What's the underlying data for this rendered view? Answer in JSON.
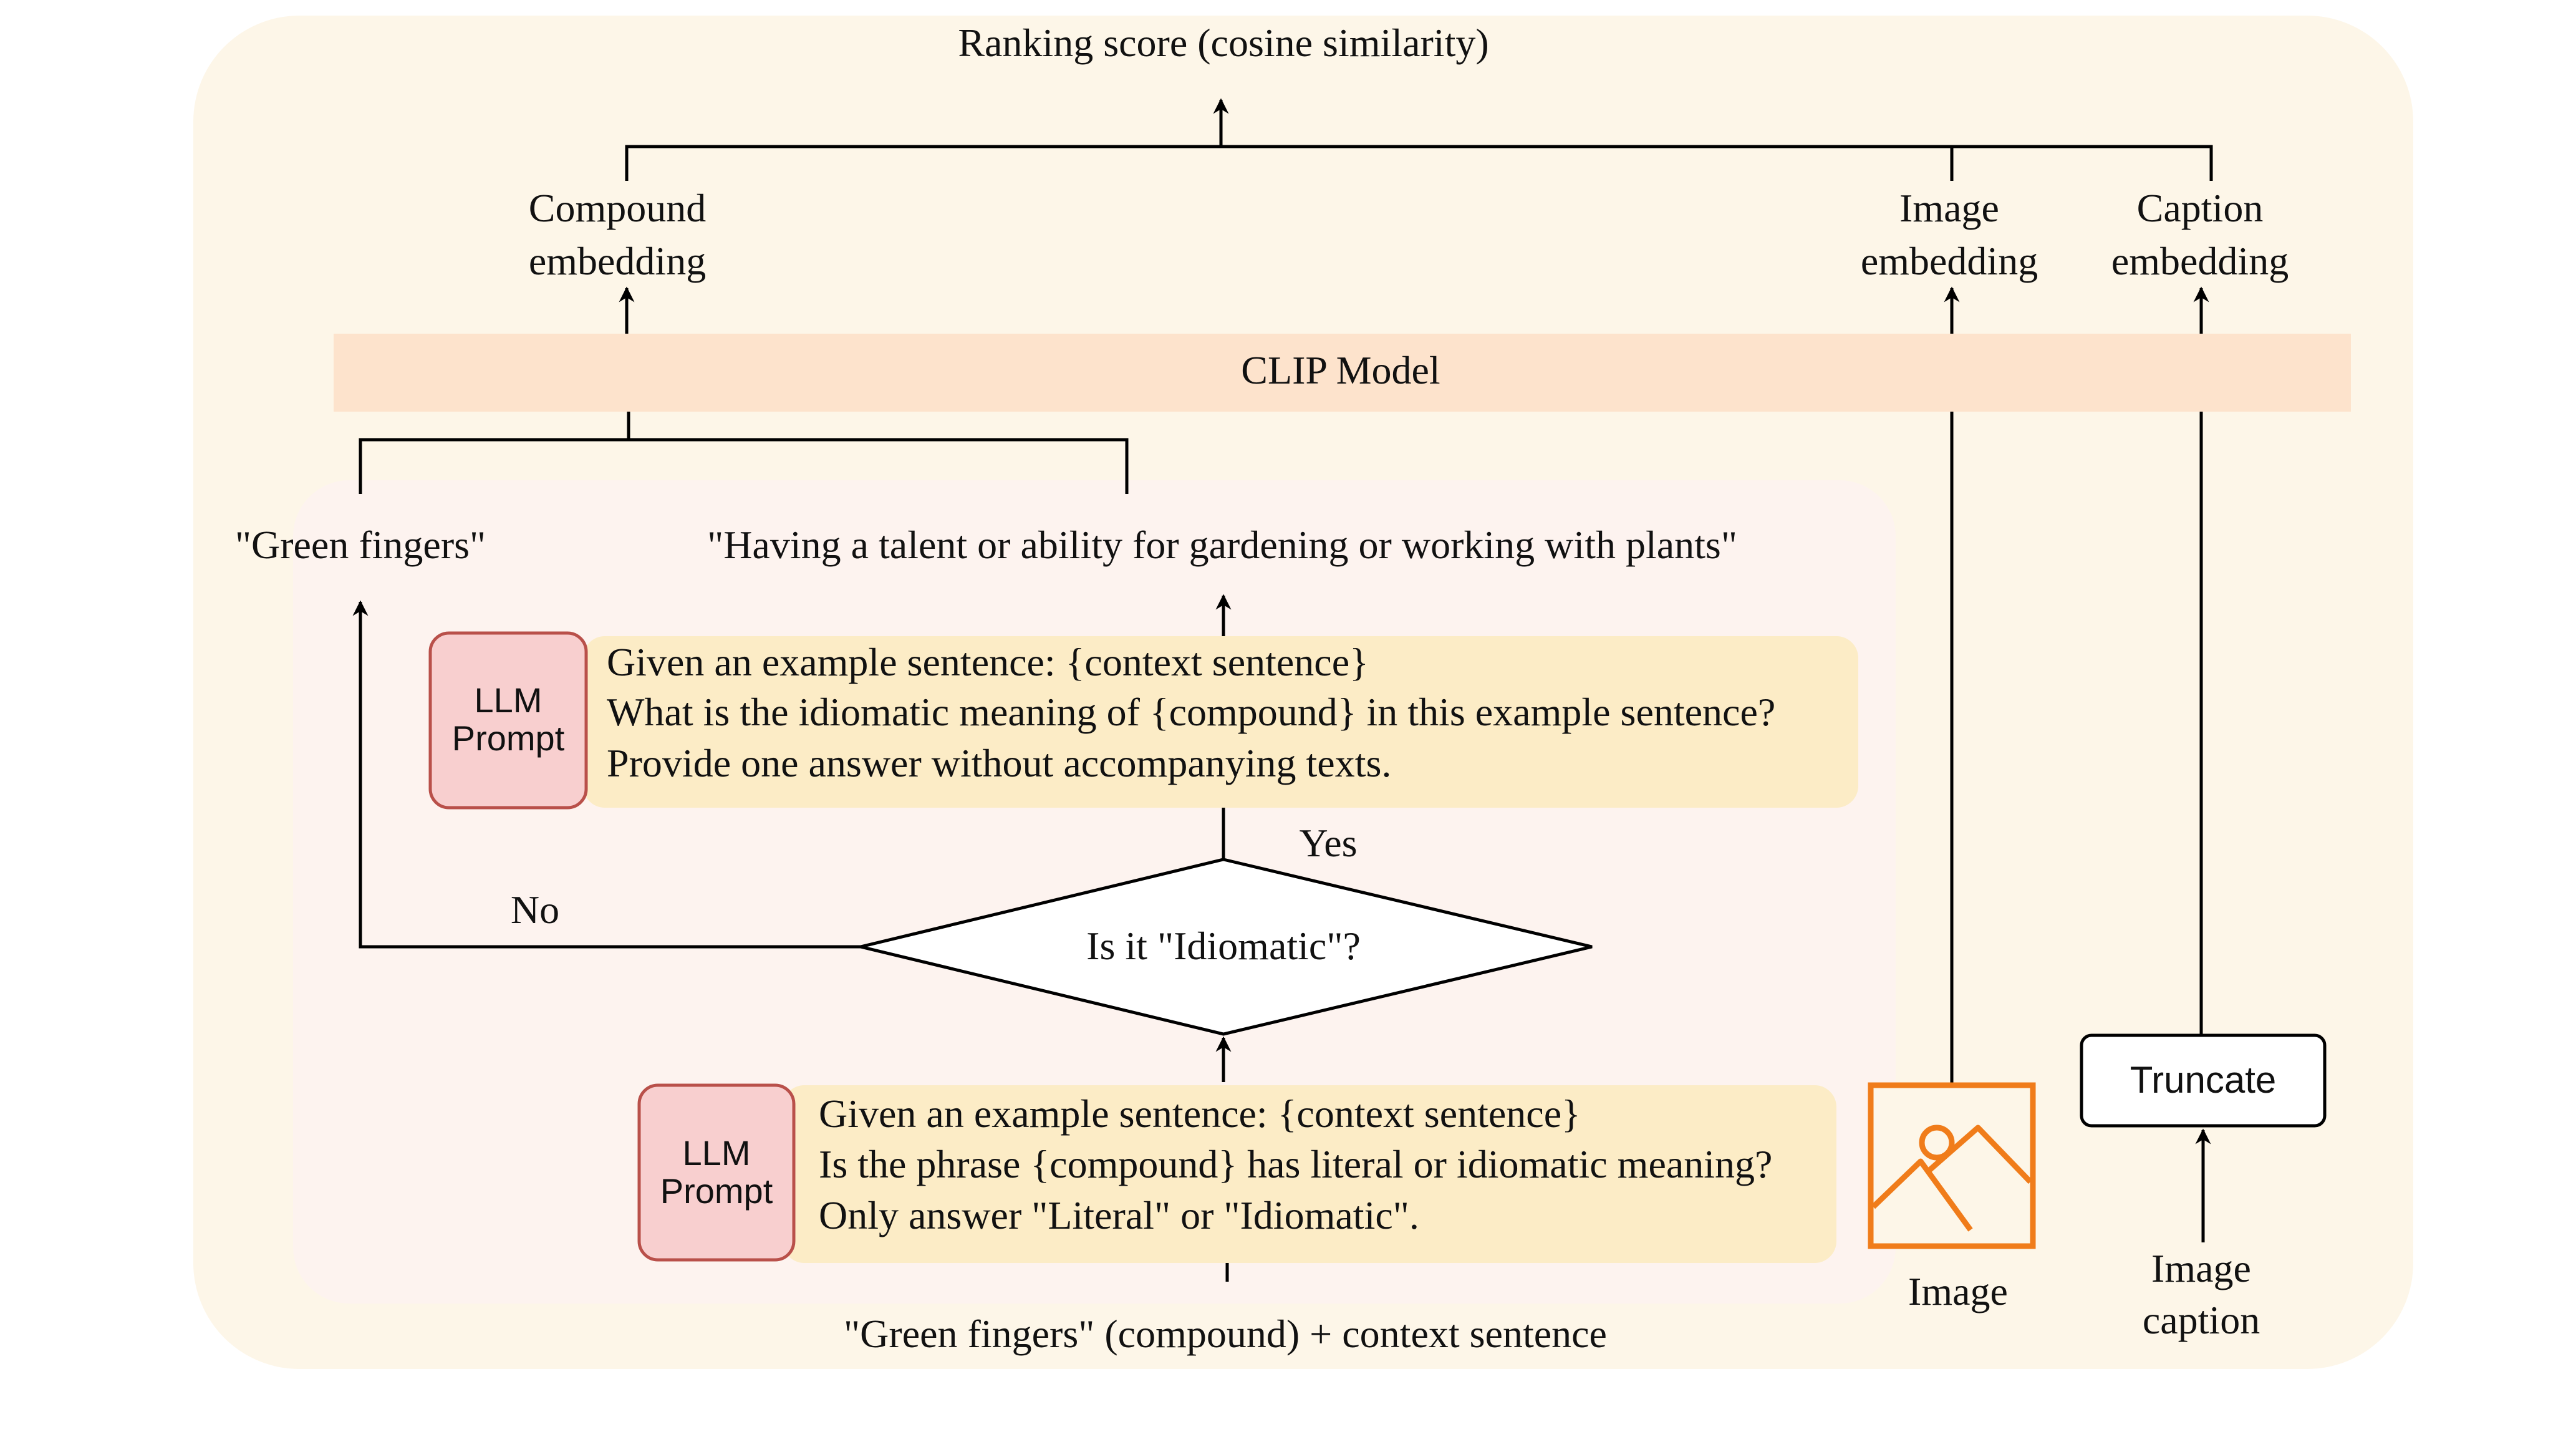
{
  "title": "Ranking score (cosine similarity)",
  "compound_embedding": {
    "line1": "Compound",
    "line2": "embedding"
  },
  "image_embedding": {
    "line1": "Image",
    "line2": "embedding"
  },
  "caption_embedding": {
    "line1": "Caption",
    "line2": "embedding"
  },
  "clip_model": "CLIP Model",
  "green_fingers_label": "\"Green fingers\"",
  "meaning_label": "\"Having a talent or ability for gardening or working with plants\"",
  "llm_prompt_top": {
    "badge_line1": "LLM",
    "badge_line2": "Prompt",
    "lines": [
      "Given an example sentence: {context sentence}",
      "What is the idiomatic meaning of {compound} in this example sentence?",
      "Provide one answer without accompanying texts."
    ]
  },
  "decision": {
    "question": "Is it \"Idiomatic\"?",
    "yes": "Yes",
    "no": "No"
  },
  "llm_prompt_bottom": {
    "badge_line1": "LLM",
    "badge_line2": "Prompt",
    "lines": [
      "Given an example sentence: {context sentence}",
      "Is the phrase {compound} has literal or idiomatic meaning?",
      "Only answer \"Literal\" or \"Idiomatic\"."
    ]
  },
  "input_label": "\"Green fingers\" (compound) + context sentence",
  "image_label": "Image",
  "image_icon": "image-icon",
  "truncate_label": "Truncate",
  "image_caption": {
    "line1": "Image",
    "line2": "caption"
  },
  "colors": {
    "outer_panel": "#fdf6e8",
    "inner_panel": "#fdf3ef",
    "clip_band": "#fde3cc",
    "prompt_box": "#fcecc6",
    "badge_fill": "#f8cfcf",
    "badge_stroke": "#b9504a",
    "image_icon": "#f07c1a"
  }
}
